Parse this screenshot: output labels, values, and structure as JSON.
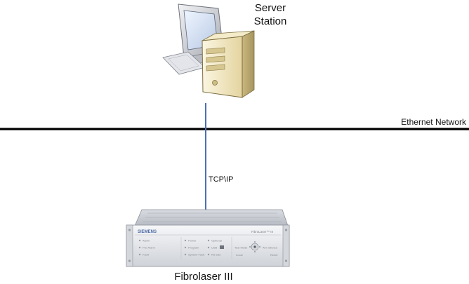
{
  "labels": {
    "server_line1": "Server",
    "server_line2": "Station",
    "network": "Ethernet Network",
    "protocol": "TCP\\IP",
    "device": "Fibrolaser III"
  },
  "device_panel": {
    "brand": "SIEMENS",
    "model": "FibroLaser™ III",
    "left_column": [
      "Alarm",
      "Pre-Alarm",
      "Fault"
    ],
    "middle_column": [
      "Power",
      "Program",
      "System Fault"
    ],
    "middle_column_2": [
      "Optional",
      "USB",
      "RS 232"
    ],
    "right_keys": [
      "Test Mode",
      "Alm Silence",
      "Local",
      "Reset"
    ]
  },
  "colors": {
    "network_line": "#000000",
    "link_line": "#4a6fb3",
    "tower_face": "#ece0b4",
    "monitor_frame": "#c9ccd2",
    "device_face": "#e7e9ee",
    "brand_text": "#4b6aa3"
  },
  "icons": {
    "server": "desktop-computer-icon",
    "device": "rack-controller-icon"
  }
}
